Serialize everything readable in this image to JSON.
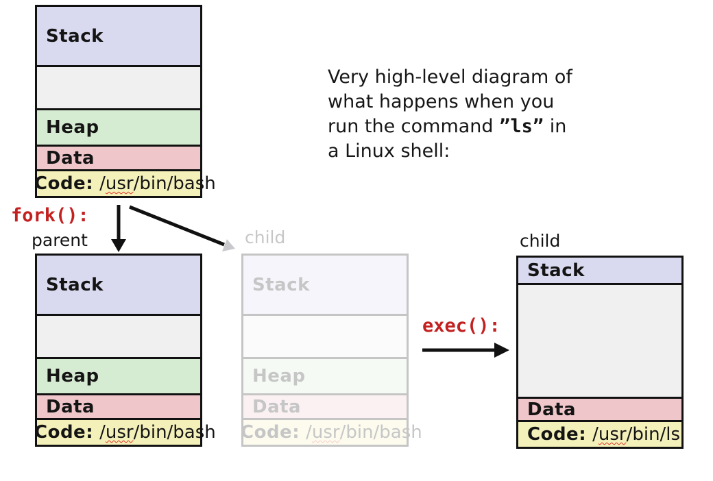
{
  "intro": {
    "line1": "Very high-level diagram of",
    "line2": "what happens when you",
    "line3_before": "run the command ",
    "line3_command": "”ls”",
    "line3_after": " in",
    "line4": "a Linux shell:"
  },
  "fork_label": "fork():",
  "exec_label": "exec():",
  "process_labels": {
    "parent": "parent",
    "child_faded": "child",
    "child_exec": "child"
  },
  "boxes": {
    "bash": {
      "stack": "Stack",
      "heap": "Heap",
      "data": "Data",
      "code_label": "Code:",
      "path_pre": "/",
      "path_usr": "usr",
      "path_rest": "/bin/bash"
    },
    "parent": {
      "stack": "Stack",
      "heap": "Heap",
      "data": "Data",
      "code_label": "Code:",
      "path_pre": "/",
      "path_usr": "usr",
      "path_rest": "/bin/bash"
    },
    "child_faded": {
      "stack": "Stack",
      "heap": "Heap",
      "data": "Data",
      "code_label": "Code:",
      "path_pre": "/",
      "path_usr": "usr",
      "path_rest": "/bin/bash"
    },
    "child_exec": {
      "stack": "Stack",
      "data": "Data",
      "code_label": "Code:",
      "path_pre": "/",
      "path_usr": "usr",
      "path_rest": "/bin/ls"
    }
  },
  "colors": {
    "stack": "#d9d9ef",
    "free": "#f0f0f0",
    "heap": "#d6ecd2",
    "data": "#efc7ca",
    "code": "#f3f0ba",
    "border": "#111111",
    "accent_red": "#c32020",
    "wavy_underline": "#e03020"
  }
}
